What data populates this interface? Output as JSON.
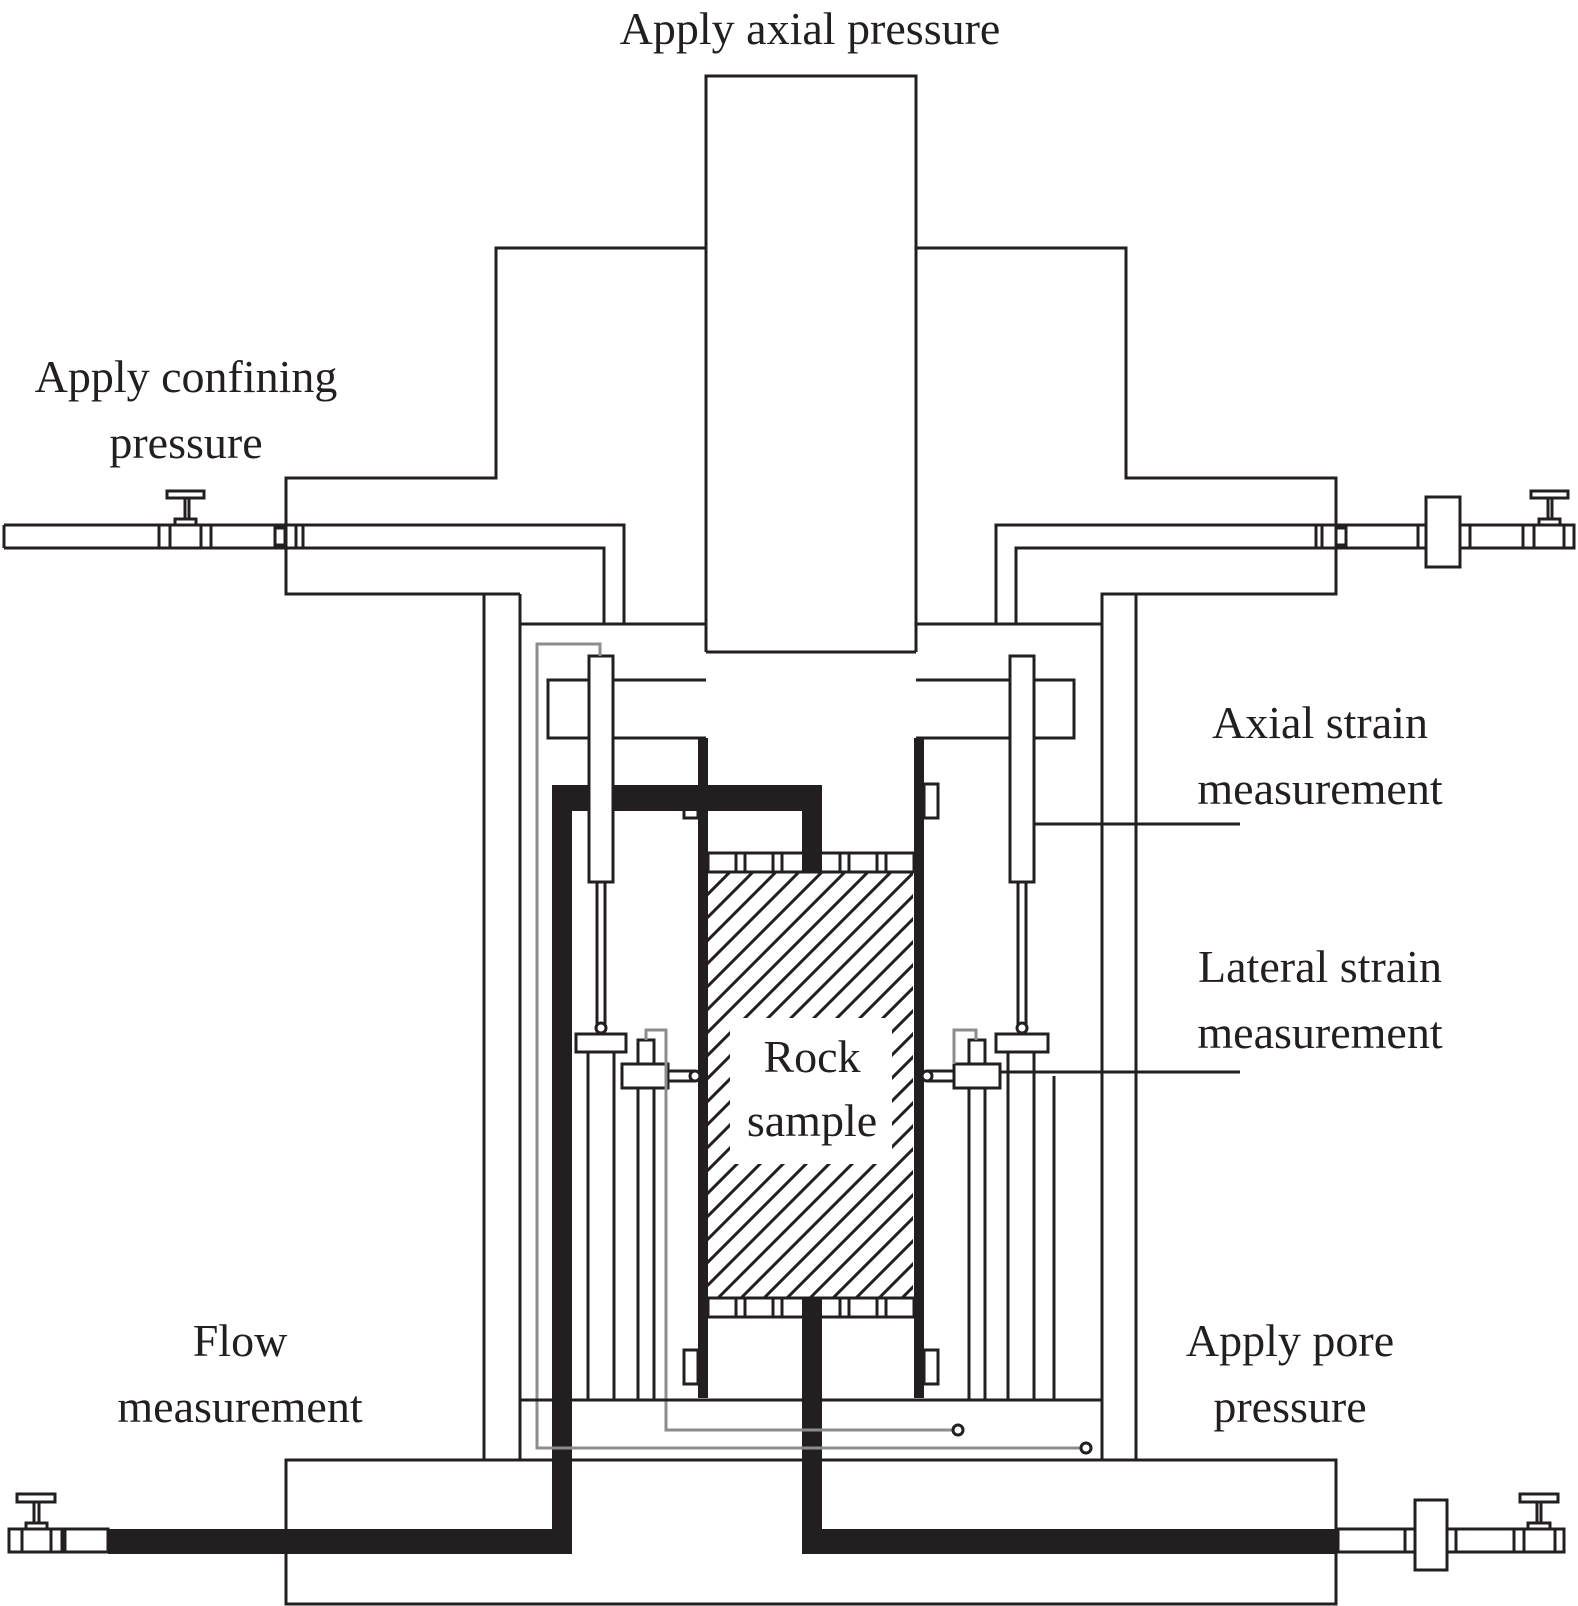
{
  "diagram": {
    "title": "Triaxial rock testing apparatus schematic",
    "colors": {
      "line": "#231f20",
      "wire": "#8c8c8c",
      "background": "#ffffff"
    },
    "labels": {
      "axial_pressure": "Apply axial pressure",
      "confining_pressure_line1": "Apply confining",
      "confining_pressure_line2": "pressure",
      "axial_strain_line1": "Axial strain",
      "axial_strain_line2": "measurement",
      "lateral_strain_line1": "Lateral strain",
      "lateral_strain_line2": "measurement",
      "rock_sample_line1": "Rock",
      "rock_sample_line2": "sample",
      "flow_line1": "Flow",
      "flow_line2": "measurement",
      "pore_pressure_line1": "Apply pore",
      "pore_pressure_line2": "pressure"
    },
    "components": [
      {
        "name": "axial-piston",
        "icon": "piston-icon"
      },
      {
        "name": "pressure-cell",
        "icon": "cell-icon"
      },
      {
        "name": "rock-sample",
        "icon": "hatched-cylinder-icon"
      },
      {
        "name": "confining-valve-left",
        "icon": "valve-icon"
      },
      {
        "name": "confining-valve-right",
        "icon": "valve-icon"
      },
      {
        "name": "flow-valve",
        "icon": "valve-icon"
      },
      {
        "name": "pore-valve",
        "icon": "valve-icon"
      },
      {
        "name": "axial-lvdt-left",
        "icon": "lvdt-icon"
      },
      {
        "name": "axial-lvdt-right",
        "icon": "lvdt-icon"
      },
      {
        "name": "lateral-sensor-left",
        "icon": "sensor-icon"
      },
      {
        "name": "lateral-sensor-right",
        "icon": "sensor-icon"
      }
    ]
  }
}
